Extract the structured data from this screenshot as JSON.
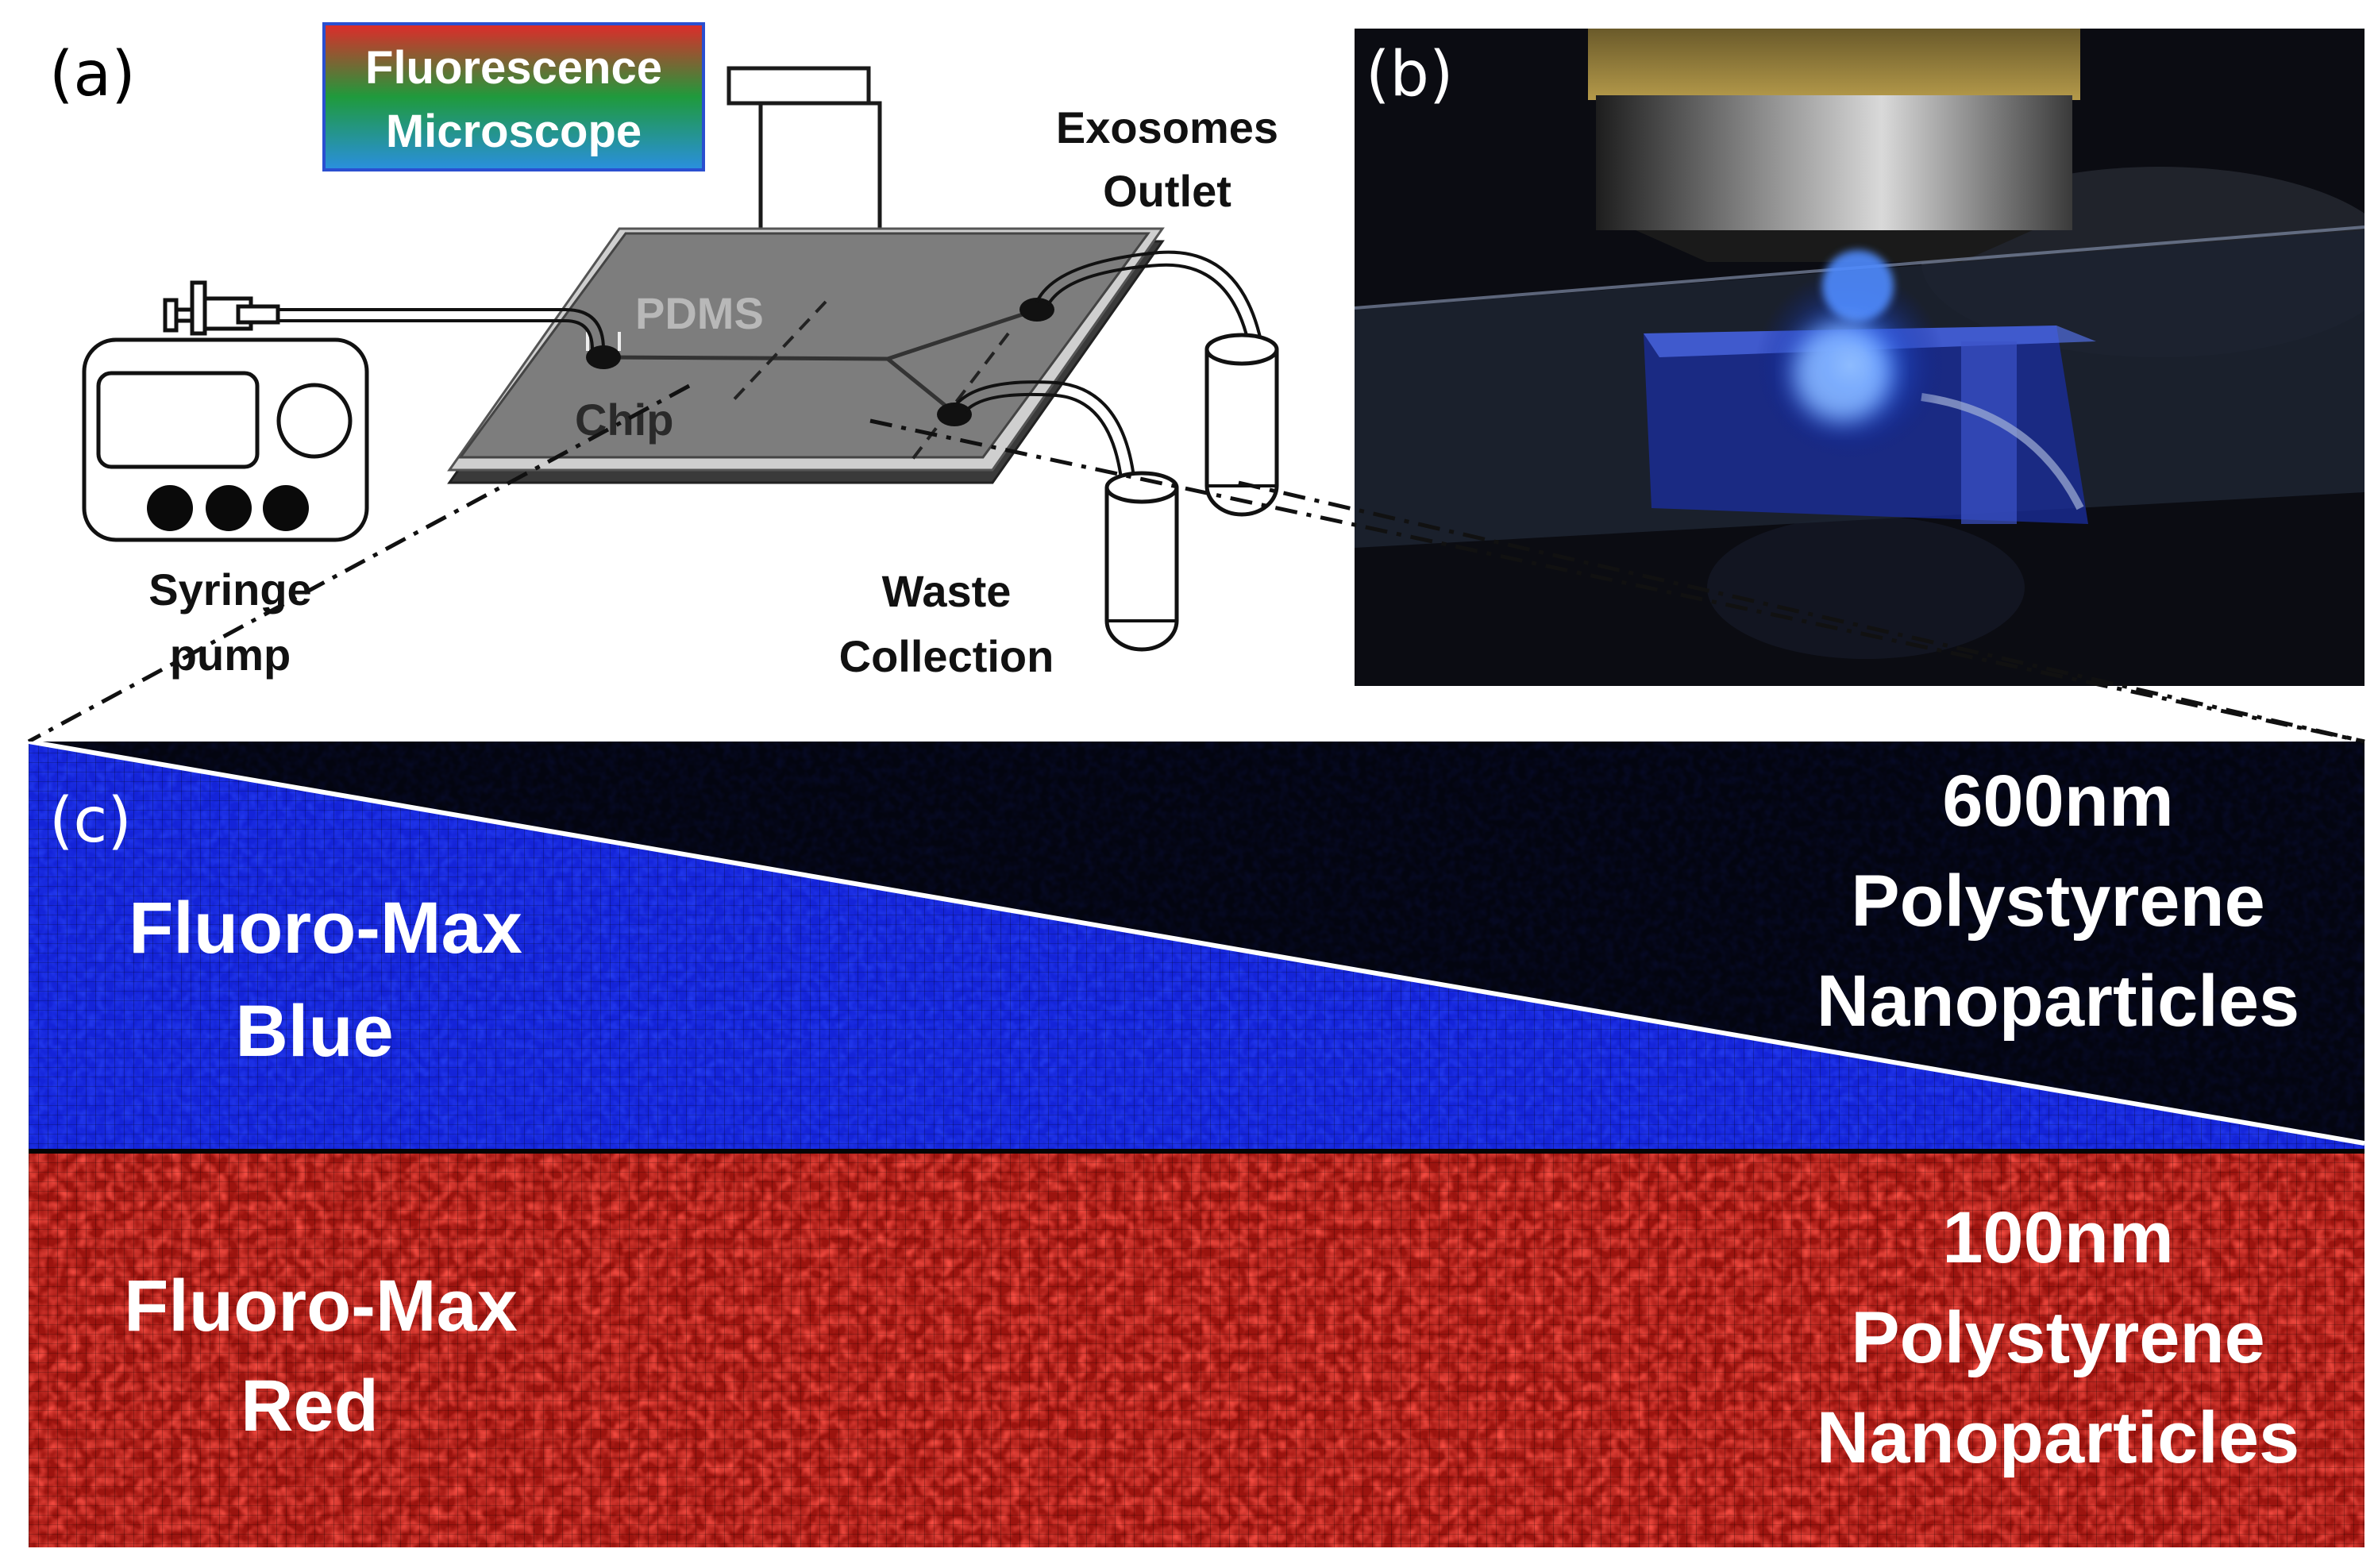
{
  "panels": {
    "a": "(a)",
    "b": "(b)",
    "c": "(c)"
  },
  "schematic": {
    "microscope_line1": "Fluorescence",
    "microscope_line2": "Microscope",
    "pdms": "PDMS",
    "chip": "Chip",
    "syringe_line1": "Syringe",
    "syringe_line2": "pump",
    "exosomes_line1": "Exosomes",
    "exosomes_line2": "Outlet",
    "waste_line1": "Waste",
    "waste_line2": "Collection"
  },
  "fluorescence": {
    "blue_label_line1": "Fluoro-Max",
    "blue_label_line2": "Blue",
    "blue_size": "600nm",
    "blue_desc_line1": "Polystyrene",
    "blue_desc_line2": "Nanoparticles",
    "red_label_line1": "Fluoro-Max",
    "red_label_line2": "Red",
    "red_size": "100nm",
    "red_desc_line1": "Polystyrene",
    "red_desc_line2": "Nanoparticles"
  },
  "colors": {
    "blue_channel": "#1a2cff",
    "red_channel": "#ff2a24",
    "chip_gray": "#7d7d7d"
  }
}
